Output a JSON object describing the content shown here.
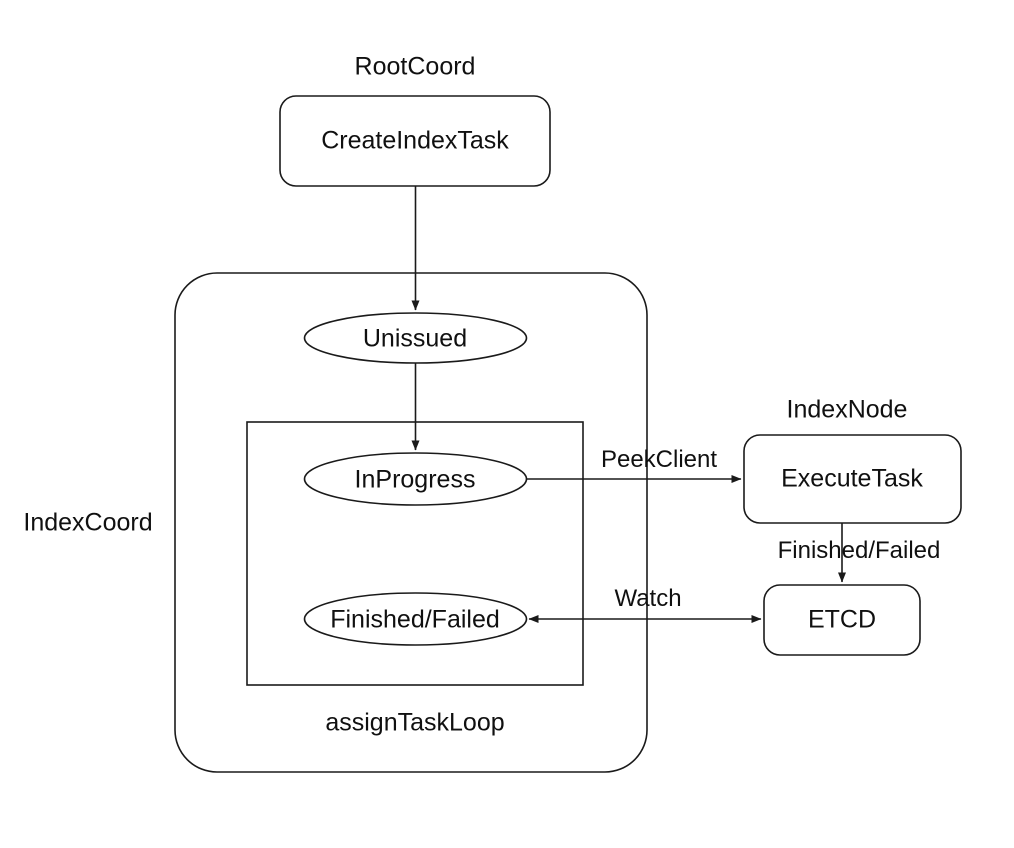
{
  "diagram": {
    "title_text_elements": {
      "root_coord": "RootCoord",
      "index_coord": "IndexCoord",
      "index_node": "IndexNode",
      "assign_task_loop": "assignTaskLoop"
    },
    "nodes": {
      "create_index_task": "CreateIndexTask",
      "unissued": "Unissued",
      "in_progress": "InProgress",
      "finished_failed_state": "Finished/Failed",
      "execute_task": "ExecuteTask",
      "etcd": "ETCD"
    },
    "edge_labels": {
      "peek_client": "PeekClient",
      "finished_failed": "Finished/Failed",
      "watch": "Watch"
    },
    "colors": {
      "stroke": "#1a1a1a",
      "fill": "#ffffff",
      "text": "#101010"
    }
  }
}
